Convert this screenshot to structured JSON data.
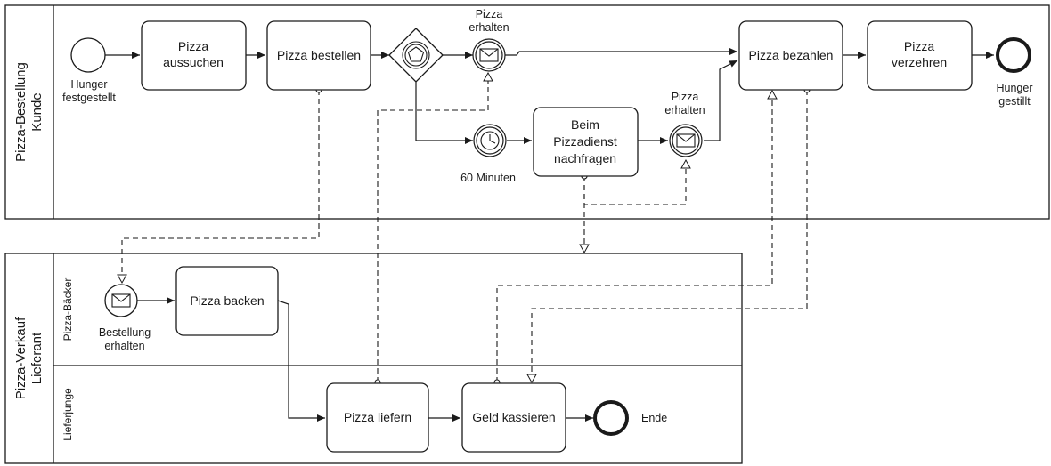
{
  "pools": {
    "customer": {
      "label_line1": "Pizza-Bestellung",
      "label_line2": "Kunde"
    },
    "vendor": {
      "label_line1": "Pizza-Verkauf",
      "label_line2": "Lieferant"
    }
  },
  "lanes": {
    "baker": "Pizza-Bäcker",
    "delivery": "Lieferjunge"
  },
  "events": {
    "start_hunger": {
      "line1": "Hunger",
      "line2": "festgestellt"
    },
    "end_hunger": {
      "line1": "Hunger",
      "line2": "gestillt"
    },
    "msg_pizza_received_1": {
      "line1": "Pizza",
      "line2": "erhalten"
    },
    "msg_pizza_received_2": {
      "line1": "Pizza",
      "line2": "erhalten"
    },
    "timer": {
      "label": "60 Minuten"
    },
    "start_order_received": {
      "line1": "Bestellung",
      "line2": "erhalten"
    },
    "end_vendor": {
      "label": "Ende"
    }
  },
  "tasks": {
    "choose_pizza": {
      "line1": "Pizza",
      "line2": "aussuchen"
    },
    "order_pizza": {
      "label": "Pizza bestellen"
    },
    "ask_pizza_service": {
      "line1": "Beim",
      "line2": "Pizzadienst",
      "line3": "nachfragen"
    },
    "pay_pizza": {
      "label": "Pizza bezahlen"
    },
    "eat_pizza": {
      "line1": "Pizza",
      "line2": "verzehren"
    },
    "bake_pizza": {
      "label": "Pizza backen"
    },
    "deliver_pizza": {
      "label": "Pizza liefern"
    },
    "collect_money": {
      "label": "Geld kassieren"
    }
  },
  "gateway": {
    "type": "event-based",
    "icon": "pentagon-icon"
  }
}
